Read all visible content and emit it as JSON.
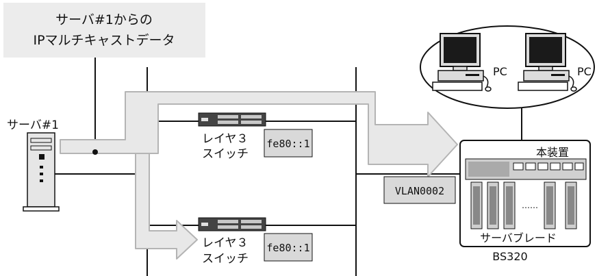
{
  "callout": {
    "line1": "サーバ#1からの",
    "line2": "IPマルチキャストデータ"
  },
  "server": {
    "label": "サーバ#1"
  },
  "switch_top": {
    "label_line1": "レイヤ３",
    "label_line2": "スイッチ",
    "address": "fe80::1"
  },
  "switch_bottom": {
    "label_line1": "レイヤ３",
    "label_line2": "スイッチ",
    "address": "fe80::1"
  },
  "vlan": {
    "label": "VLAN0002"
  },
  "pcs": {
    "pc1_label": "PC",
    "pc2_label": "PC"
  },
  "chassis": {
    "device_label": "本装置",
    "blade_label": "サーバブレード",
    "dots": "……",
    "model": "BS320"
  },
  "colors": {
    "callout_bg": "#ececec",
    "flow_arrow_fill": "#e8e8e8",
    "flow_arrow_stroke": "#b4b4b4",
    "address_box_bg": "#d9d9d9",
    "line": "#111111"
  }
}
